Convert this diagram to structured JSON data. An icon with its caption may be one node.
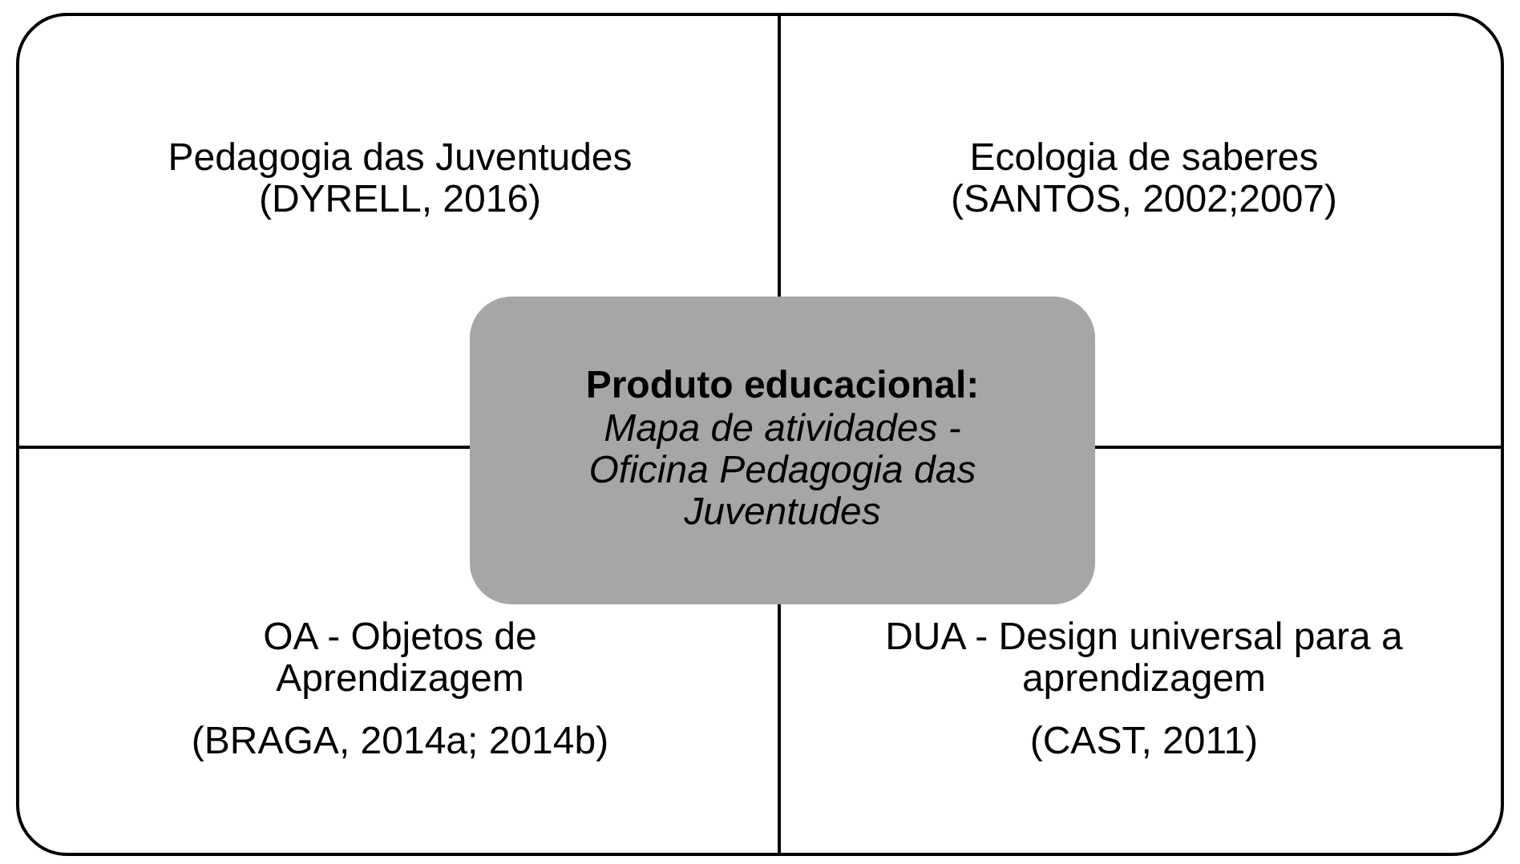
{
  "diagram": {
    "nodes": [
      {
        "text": [],
        "shape": "box"
      },
      {
        "text": [
          "Pedagogia das Juventudes",
          "(DYRELL, 2016)"
        ],
        "in": 0
      },
      {
        "text": [
          "Ecologia de saberes",
          "(SANTOS, 2002;2007)"
        ],
        "in": 0
      },
      {
        "text": [
          "OA - Objetos de Aprendizagem",
          "(BRAGA, 2014a; 2014b)"
        ],
        "in": 0
      },
      {
        "text": [
          "DUA - Design universal para a aprendizagem",
          "(CAST, 2011)"
        ],
        "in": 0
      },
      {
        "text": [
          "Produto educacional:",
          "Mapa de atividades - Oficina Pedagogia das Juventudes"
        ],
        "in": 0
      }
    ],
    "edges": []
  }
}
